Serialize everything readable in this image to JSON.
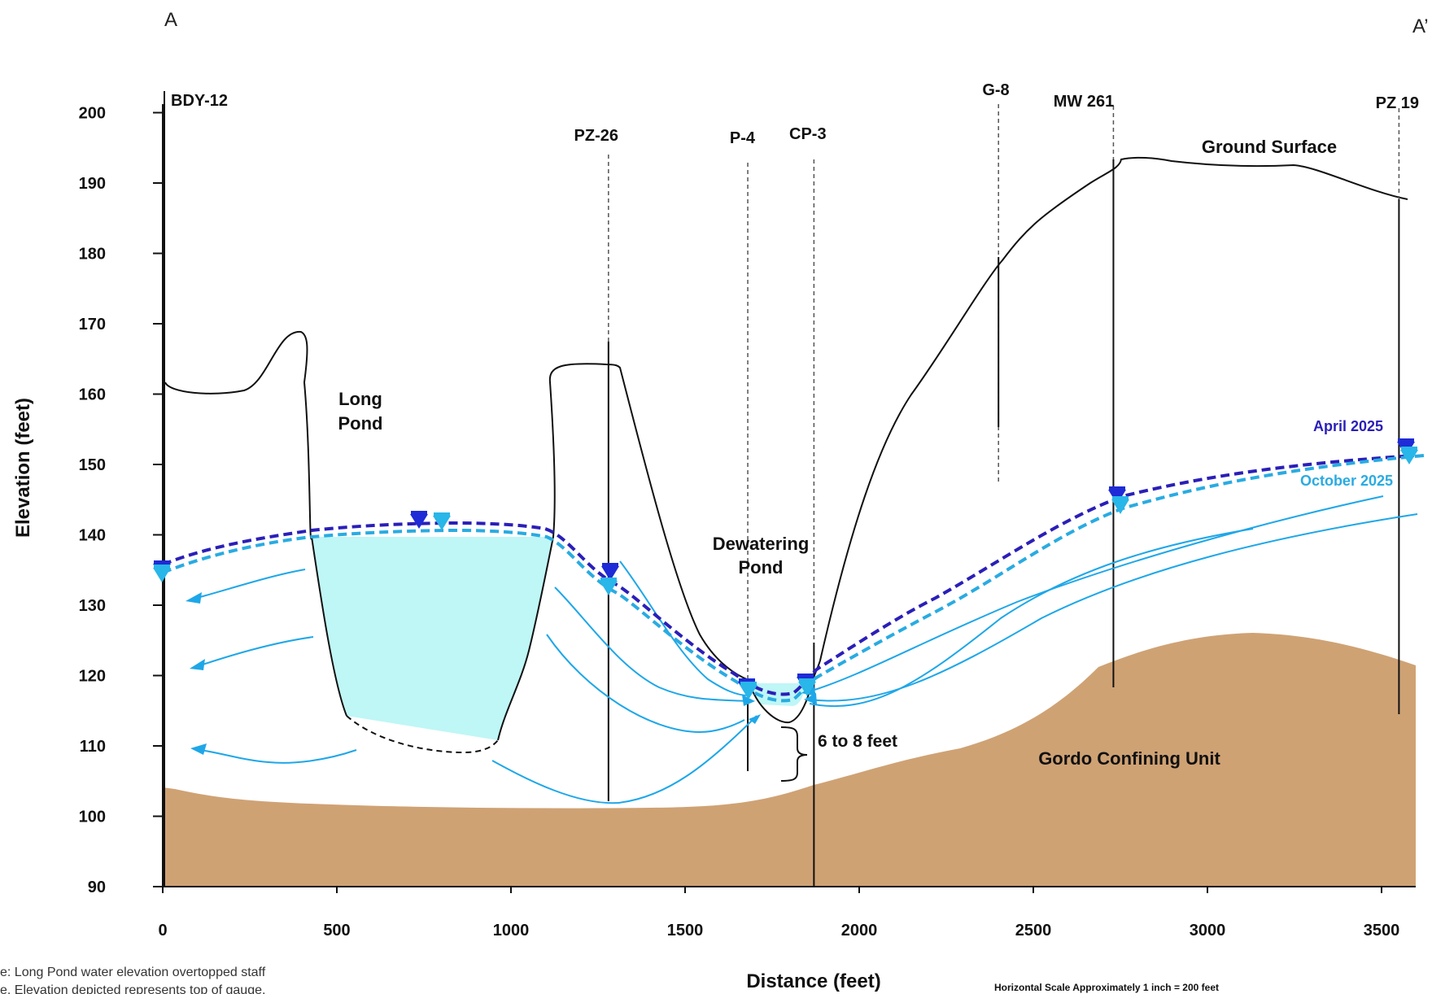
{
  "section": {
    "start_label": "A",
    "end_label": "A’"
  },
  "axes": {
    "xlabel": "Distance (feet)",
    "ylabel": "Elevation (feet)",
    "xticks": [
      0,
      500,
      1000,
      1500,
      2000,
      2500,
      3000,
      3500
    ],
    "yticks": [
      200,
      190,
      180,
      170,
      160,
      150,
      140,
      130,
      120,
      110,
      100,
      90
    ]
  },
  "wells": [
    {
      "name": "BDY-12",
      "x": 0
    },
    {
      "name": "PZ-26",
      "x": 1280
    },
    {
      "name": "P-4",
      "x": 1680
    },
    {
      "name": "CP-3",
      "x": 1870
    },
    {
      "name": "G-8",
      "x": 2400
    },
    {
      "name": "MW 261",
      "x": 2730
    },
    {
      "name": "PZ 19",
      "x": 3550
    }
  ],
  "labels": {
    "long_pond_1": "Long",
    "long_pond_2": "Pond",
    "dewatering_1": "Dewatering",
    "dewatering_2": "Pond",
    "ground_surface": "Ground Surface",
    "gordo": "Gordo Confining Unit",
    "six_to_eight": "6 to 8 feet"
  },
  "legend": {
    "april": {
      "label": "April 2025",
      "color": "#2a1fb8"
    },
    "october": {
      "label": "October 2025",
      "color": "#29abe2"
    }
  },
  "colors": {
    "gordo": "#cfa274",
    "pond_water": "#bff6f6",
    "flow": "#1ea7e8",
    "marker_dark": "#1e2bd6",
    "marker_light": "#29b6e8"
  },
  "scale_note": "Horizontal Scale Approximately 1 inch = 200 feet",
  "footnote_1": "e:  Long Pond water elevation overtopped staff",
  "footnote_2": "e.  Elevation depicted represents top of gauge."
}
